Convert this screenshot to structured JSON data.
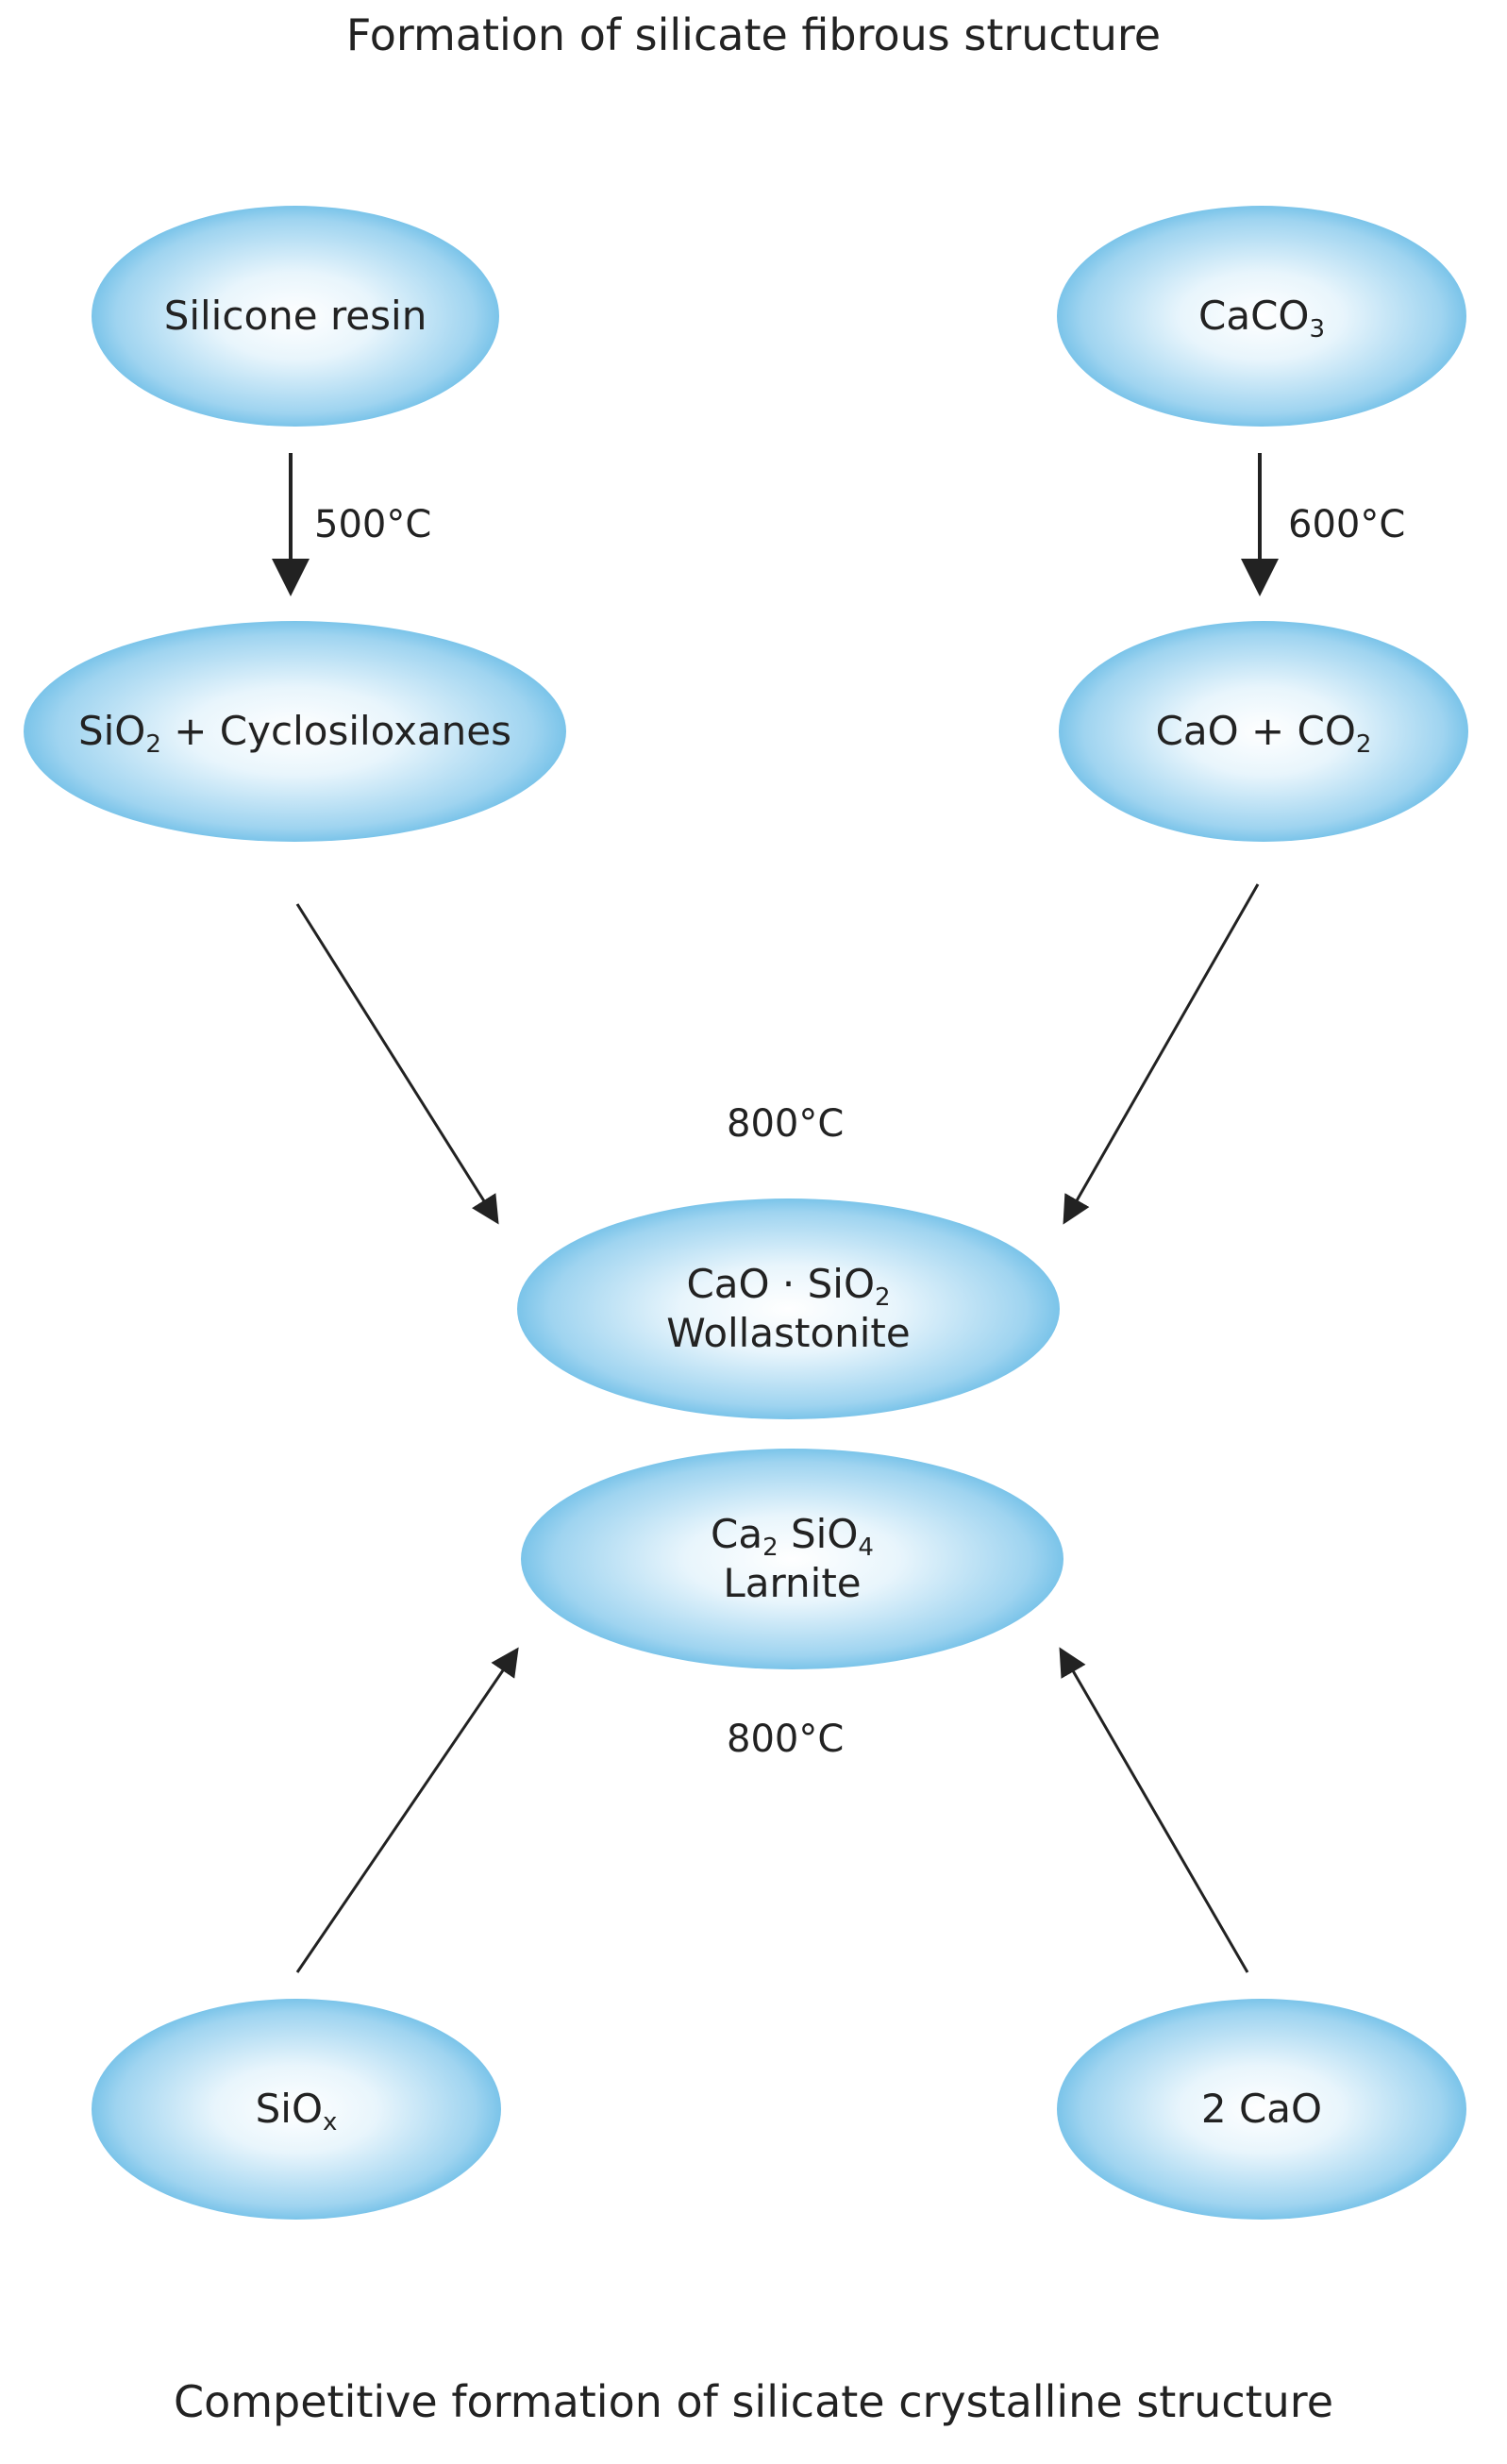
{
  "diagram": {
    "title_top": "Formation of silicate fibrous structure",
    "title_bottom": "Competitive formation of silicate crystalline structure",
    "nodes": {
      "silicone_resin": {
        "label": "Silicone resin"
      },
      "caco3": {
        "main": "CaCO",
        "sub": "3"
      },
      "sio2_cyclo": {
        "main": "SiO",
        "sub": "2",
        "rest": "+ Cyclosiloxanes"
      },
      "cao_co2": {
        "main": "CaO + CO",
        "sub": "2"
      },
      "wollastonite": {
        "formula_main": "CaO · SiO",
        "formula_sub": "2",
        "name": "Wollastonite"
      },
      "larnite": {
        "formula_a": "Ca",
        "formula_a_sub": "2",
        "formula_b": " SiO",
        "formula_b_sub": "4",
        "name": "Larnite"
      },
      "siox": {
        "main": "SiO",
        "sub": "x"
      },
      "two_cao": {
        "label": "2 CaO"
      }
    },
    "temperatures": {
      "t500": "500°C",
      "t600": "600°C",
      "t800_top": "800°C",
      "t800_bottom": "800°C"
    },
    "colors": {
      "node_edge": "#1c93d2",
      "node_center": "#ffffff",
      "arrow": "#222222"
    }
  }
}
